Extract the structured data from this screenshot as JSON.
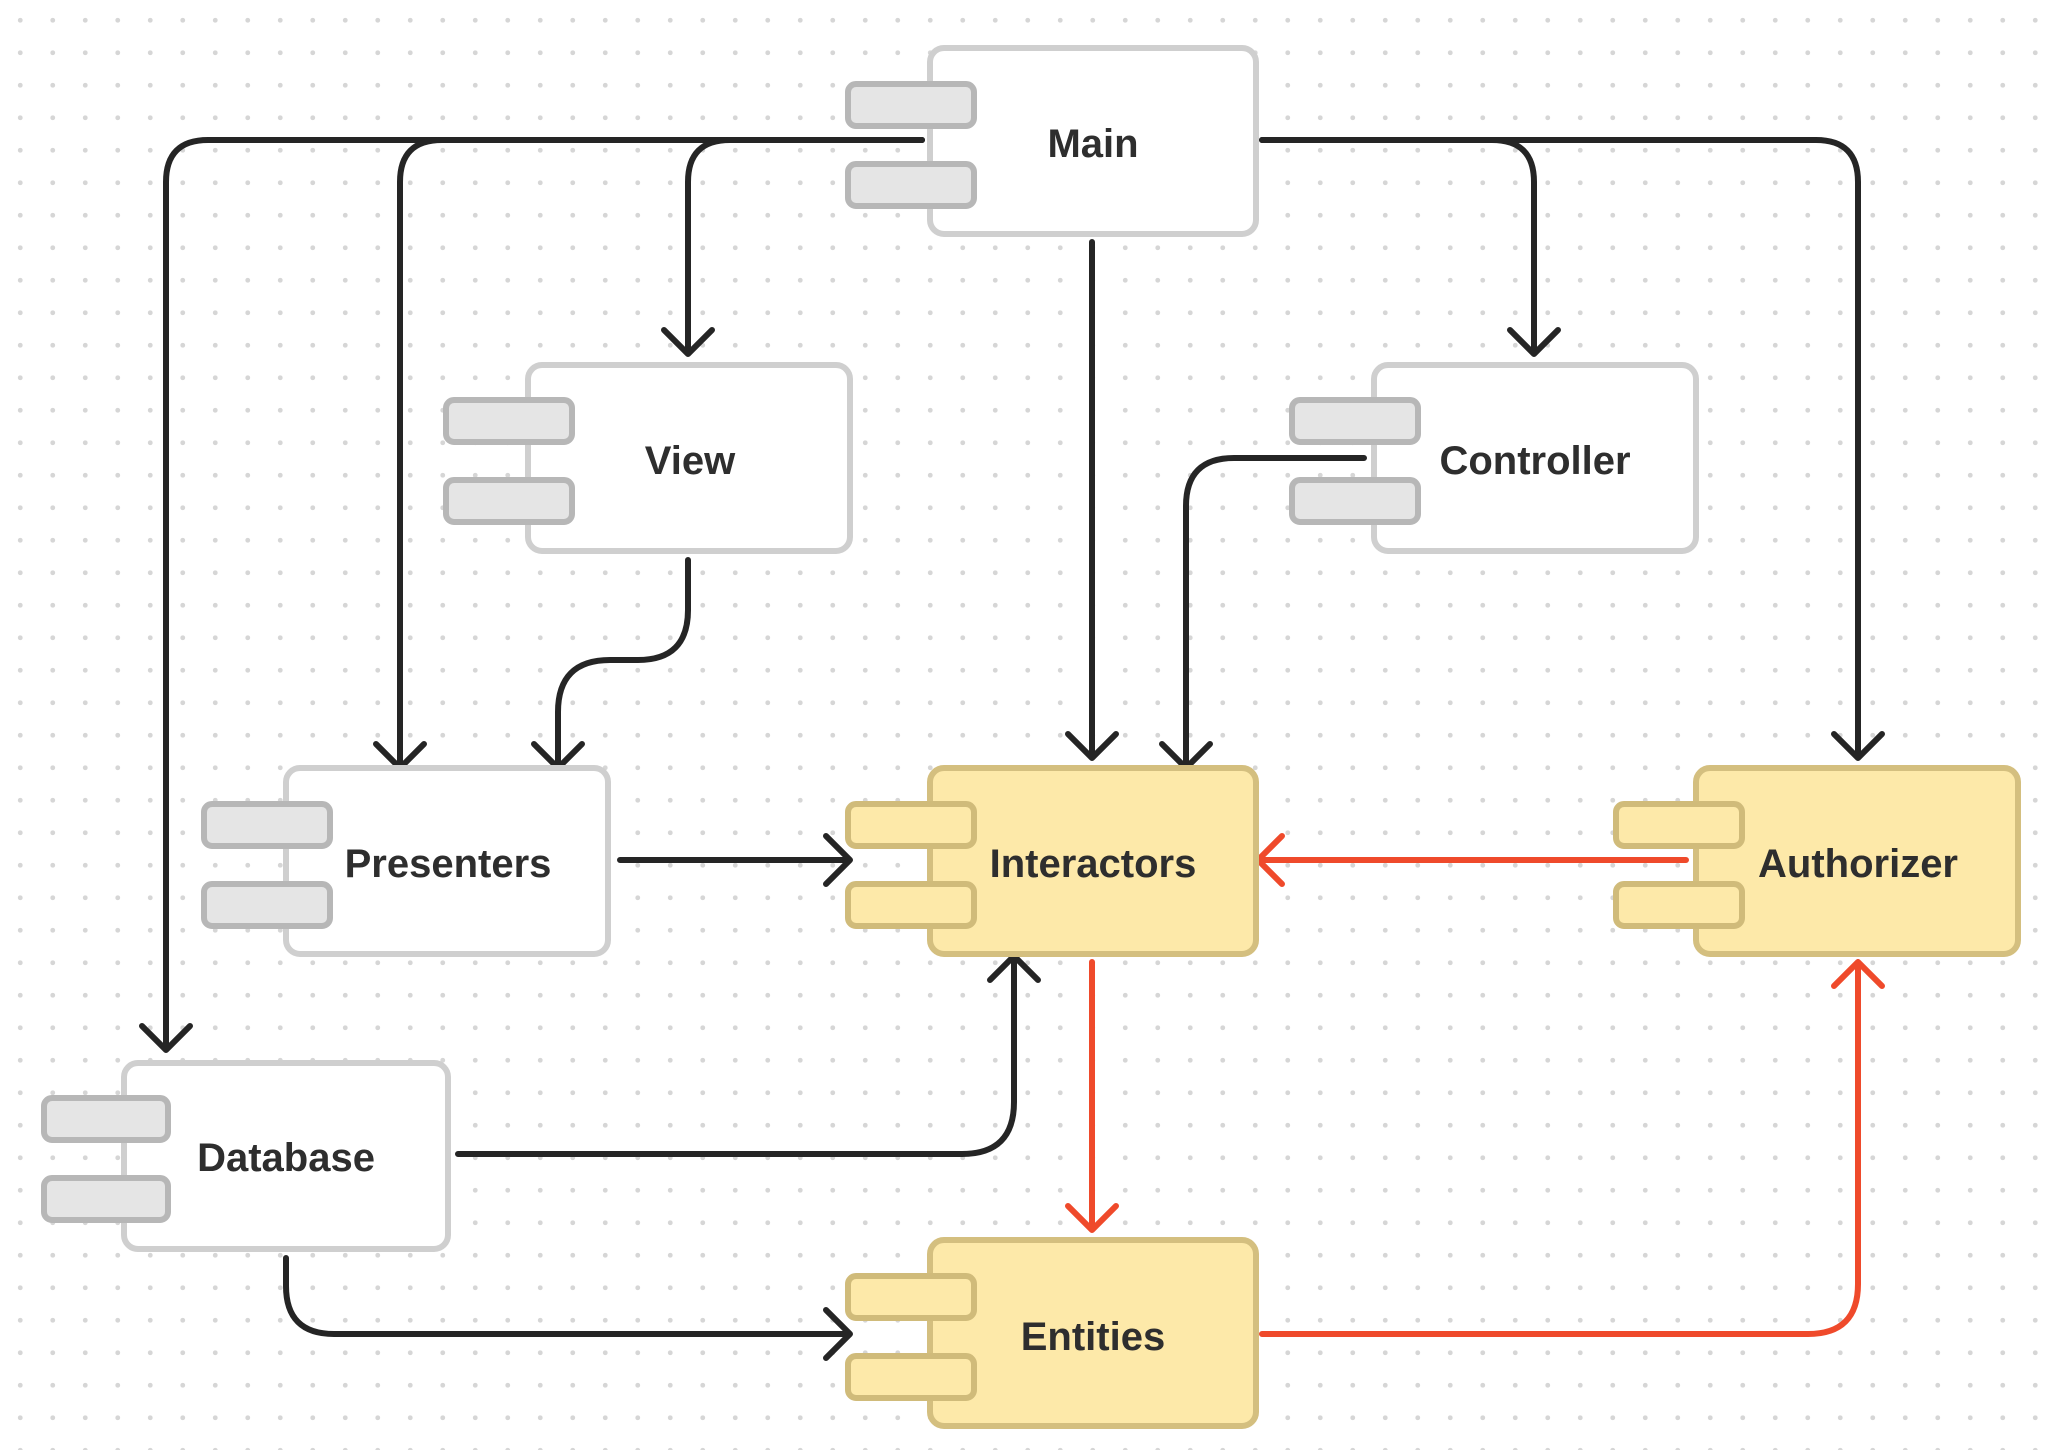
{
  "components": [
    {
      "id": "main",
      "label": "Main",
      "style": "default"
    },
    {
      "id": "view",
      "label": "View",
      "style": "default"
    },
    {
      "id": "controller",
      "label": "Controller",
      "style": "default"
    },
    {
      "id": "presenters",
      "label": "Presenters",
      "style": "default"
    },
    {
      "id": "interactors",
      "label": "Interactors",
      "style": "core"
    },
    {
      "id": "authorizer",
      "label": "Authorizer",
      "style": "core"
    },
    {
      "id": "database",
      "label": "Database",
      "style": "default"
    },
    {
      "id": "entities",
      "label": "Entities",
      "style": "core"
    }
  ],
  "dependencies": [
    {
      "from": "main",
      "to": "database",
      "color": "dark"
    },
    {
      "from": "main",
      "to": "presenters",
      "color": "dark"
    },
    {
      "from": "main",
      "to": "view",
      "color": "dark"
    },
    {
      "from": "main",
      "to": "interactors",
      "color": "dark"
    },
    {
      "from": "main",
      "to": "controller",
      "color": "dark"
    },
    {
      "from": "main",
      "to": "authorizer",
      "color": "dark"
    },
    {
      "from": "view",
      "to": "presenters",
      "color": "dark"
    },
    {
      "from": "controller",
      "to": "interactors",
      "color": "dark"
    },
    {
      "from": "presenters",
      "to": "interactors",
      "color": "dark"
    },
    {
      "from": "authorizer",
      "to": "interactors",
      "color": "red"
    },
    {
      "from": "database",
      "to": "interactors",
      "color": "dark"
    },
    {
      "from": "interactors",
      "to": "entities",
      "color": "red"
    },
    {
      "from": "database",
      "to": "entities",
      "color": "dark"
    },
    {
      "from": "entities",
      "to": "authorizer",
      "color": "red"
    }
  ],
  "colors": {
    "default_fill": "#ffffff",
    "default_border": "#cfcfcf",
    "default_tab": "#e5e5e5",
    "core_fill": "#fde9a9",
    "core_border": "#d4bf7f",
    "dark_edge": "#252525",
    "red_edge": "#ef4a2b"
  }
}
